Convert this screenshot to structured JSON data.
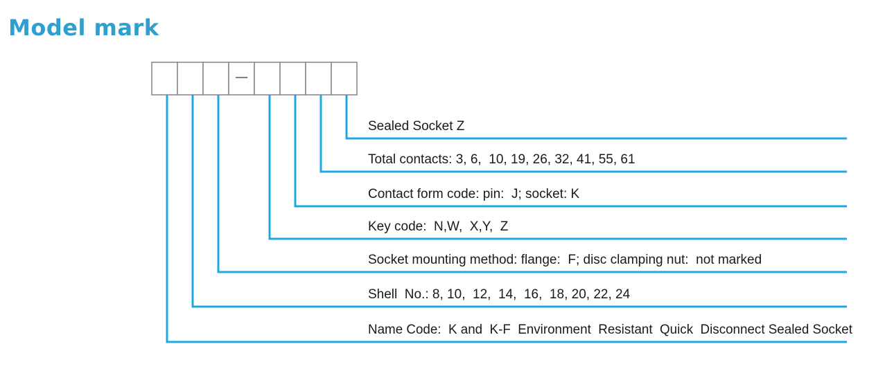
{
  "title": "Model mark",
  "colors": {
    "title": "#2f9fd0",
    "leader_line": "#1fa8e0",
    "box_border": "#8a8a8a",
    "text": "#1a1a1a"
  },
  "code_boxes": {
    "count": 8,
    "dash_box_index": 3,
    "dash_symbol": "—"
  },
  "descriptions": [
    "Sealed Socket Z",
    "Total contacts: 3, 6,  10, 19, 26, 32, 41, 55, 61",
    "Contact form code: pin:  J; socket: K",
    "Key code:  N,W,  X,Y,  Z",
    "Socket mounting method: flange:  F; disc clamping nut:  not marked",
    "Shell  No.: 8, 10,  12,  14,  16,  18, 20, 22, 24",
    "Name Code:  K and  K-F  Environment  Resistant  Quick  Disconnect Sealed Socket"
  ]
}
